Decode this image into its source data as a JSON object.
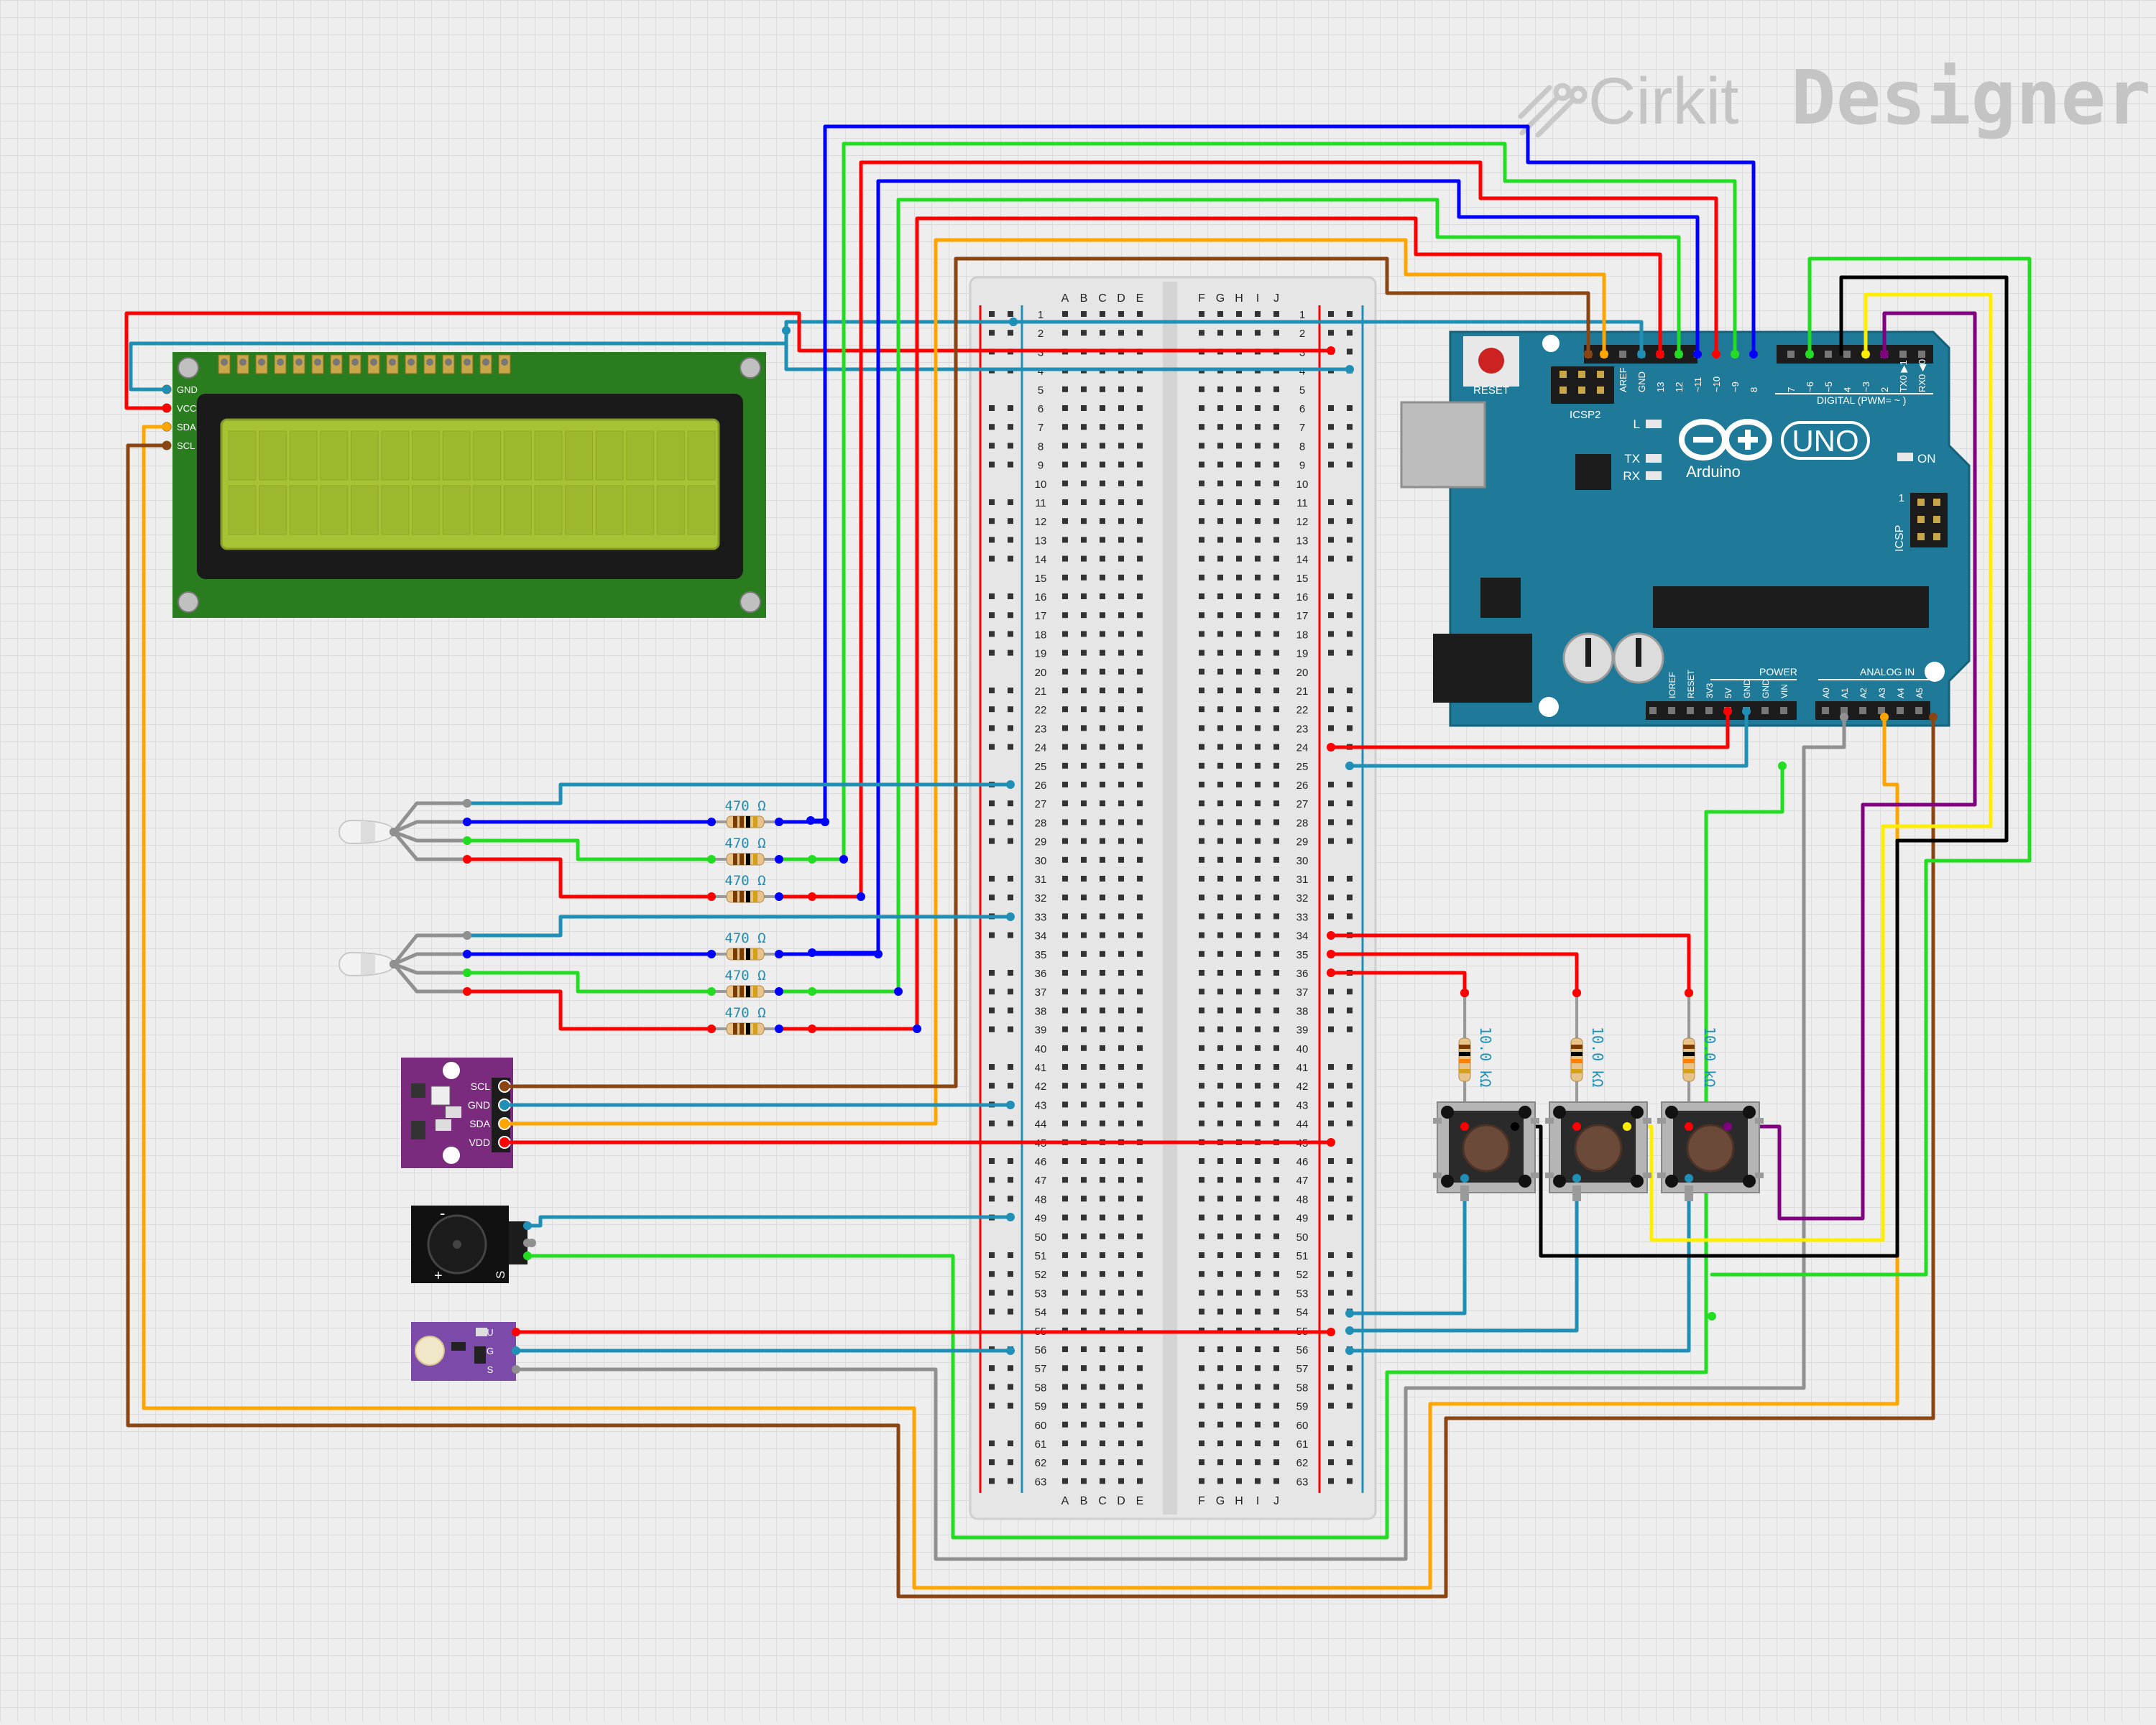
{
  "brand": {
    "name_light": "Cirkit",
    "name_bold": "Designer"
  },
  "lcd": {
    "pins": [
      "GND",
      "VCC",
      "SDA",
      "SCL"
    ]
  },
  "breadboard": {
    "rows": 63,
    "col_labels_left": [
      "A",
      "B",
      "C",
      "D",
      "E"
    ],
    "col_labels_right": [
      "F",
      "G",
      "H",
      "I",
      "J"
    ]
  },
  "arduino": {
    "reset_label": "RESET",
    "icsp2_label": "ICSP2",
    "icsp_label": "ICSP",
    "logo_text": "UNO",
    "brand_text": "Arduino",
    "digital_label": "DIGITAL (PWM= ~ )",
    "digital_pins": [
      "AREF",
      "GND",
      "13",
      "12",
      "~11",
      "~10",
      "~9",
      "8",
      "7",
      "~6",
      "~5",
      "4",
      "~3",
      "2",
      "TX0 ▶1",
      "RX0 ◀0"
    ],
    "led_l": "L",
    "led_tx": "TX",
    "led_rx": "RX",
    "led_on": "ON",
    "icsp_pin1": "1",
    "power_label": "POWER",
    "power_pins": [
      "IOREF",
      "RESET",
      "3V3",
      "5V",
      "GND",
      "GND",
      "VIN"
    ],
    "analog_label": "ANALOG IN",
    "analog_pins": [
      "A0",
      "A1",
      "A2",
      "A3",
      "A4",
      "A5"
    ]
  },
  "resistors": {
    "small_value": "470 Ω",
    "pull_value": "10.0 kΩ"
  },
  "sensor": {
    "pins": [
      "SCL",
      "GND",
      "SDA",
      "VDD"
    ]
  },
  "buzzer": {
    "pin_label": "S",
    "minus_label": "-",
    "plus_label": "+"
  },
  "light_sensor": {
    "pins": [
      "U",
      "G",
      "S"
    ]
  },
  "colors": {
    "red": "#ff0000",
    "blue": "#0000ff",
    "green": "#22dd22",
    "teal": "#1f8fb5",
    "orange": "#ffa500",
    "brown": "#8b4513",
    "gray": "#909090",
    "purple": "#800080",
    "black": "#000000",
    "yellow": "#ffee00",
    "arduino": "#1f7a99",
    "lcd_board": "#2a7d1e"
  }
}
